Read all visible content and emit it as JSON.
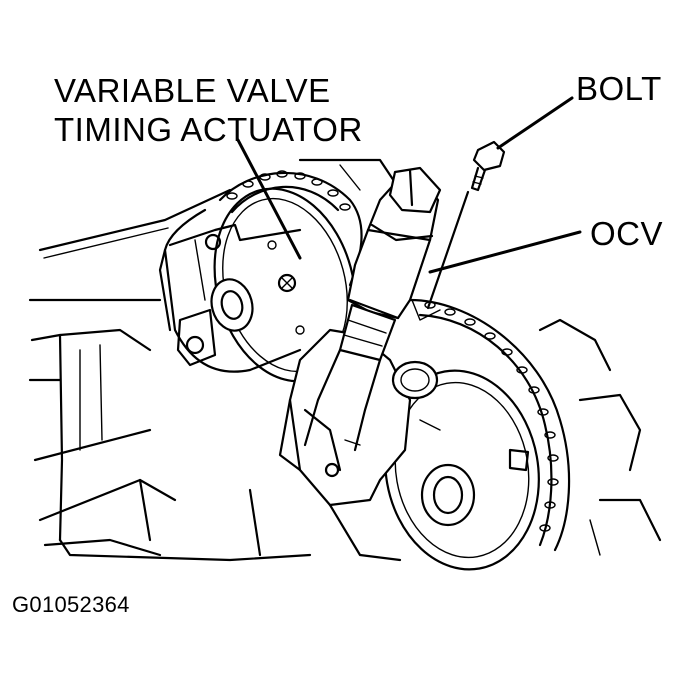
{
  "labels": {
    "actuator_line1": "VARIABLE VALVE",
    "actuator_line2": "TIMING ACTUATOR",
    "bolt": "BOLT",
    "ocv": "OCV"
  },
  "figure_code": "G01052364",
  "colors": {
    "ink": "#000000",
    "paper": "#ffffff"
  }
}
